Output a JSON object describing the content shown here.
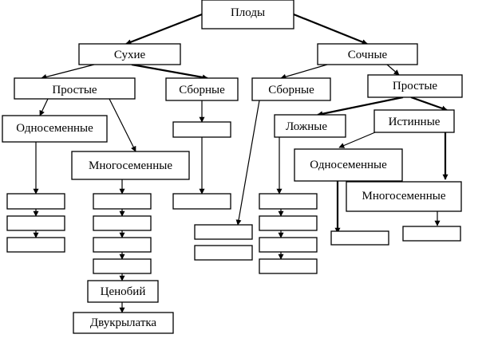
{
  "labels": {
    "root": "Плоды",
    "dry": "Сухие",
    "juicy": "Сочные",
    "dry_simple": "Простые",
    "dry_compound": "Сборные",
    "juicy_compound": "Сборные",
    "juicy_simple": "Простые",
    "dry_one_seed": "Односеменные",
    "dry_many_seed": "Многосеменные",
    "false_fruit": "Ложные",
    "true_fruit": "Истинные",
    "juicy_one_seed": "Односеменные",
    "juicy_many_seed": "Многосеменные",
    "cenobium": "Ценобий",
    "bialate": "Двукрылатка"
  },
  "colors": {
    "line": "#000000",
    "box": "#ffffff"
  }
}
